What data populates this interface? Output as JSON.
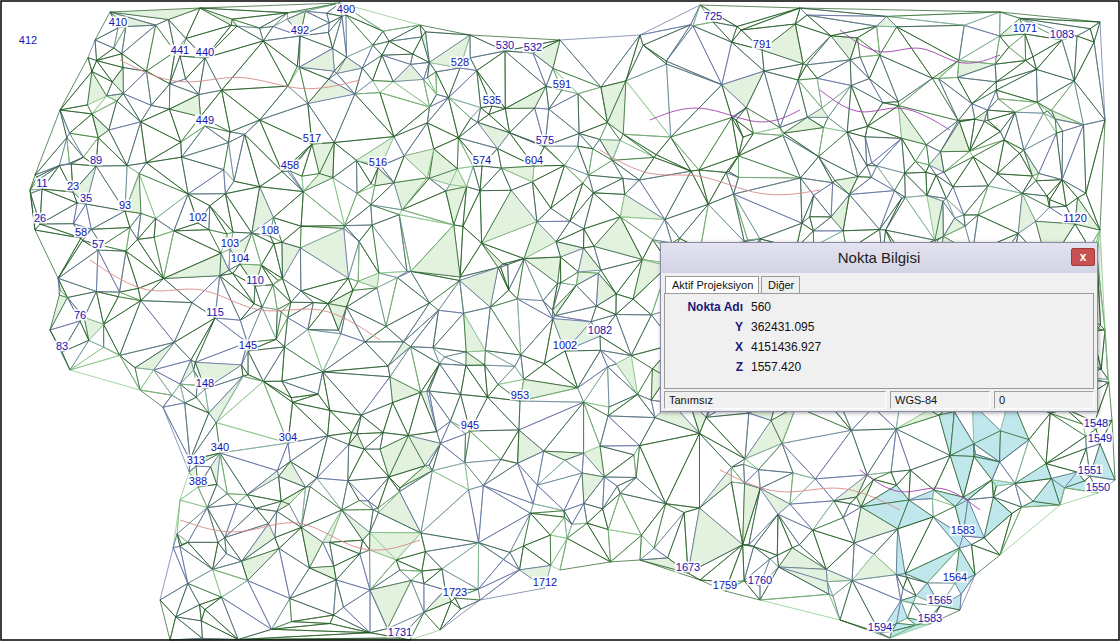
{
  "diagram": {
    "nodes": [
      {
        "text": [
          "Nokta Bilgisi"
        ]
      },
      {
        "text": [
          "x"
        ],
        "in": 0
      },
      {
        "text": [
          "Aktif Projeksiyon"
        ],
        "in": 0
      },
      {
        "text": [
          "Diğer"
        ],
        "in": 0
      },
      {
        "text": [
          "Nokta Adı",
          "560",
          "Y",
          "362431.095",
          "X",
          "4151436.927",
          "Z",
          "1557.420"
        ],
        "in": 0
      },
      {
        "text": [
          "Tanımsız"
        ],
        "in": 0
      },
      {
        "text": [
          "WGS-84"
        ],
        "in": 0
      },
      {
        "text": [
          "0"
        ],
        "in": 0
      }
    ],
    "labels": [
      "412",
      "410",
      "441",
      "440",
      "492",
      "490",
      "449",
      "458",
      "517",
      "516",
      "528",
      "530",
      "532",
      "535",
      "591",
      "575",
      "574",
      "604",
      "725",
      "791",
      "1083",
      "1071",
      "11",
      "26",
      "23",
      "35",
      "89",
      "93",
      "58",
      "57",
      "102",
      "103",
      "104",
      "108",
      "110",
      "115",
      "76",
      "83",
      "145",
      "148",
      "304",
      "340",
      "313",
      "388",
      "945",
      "953",
      "1082",
      "1002",
      "1712",
      "1723",
      "1731",
      "1673",
      "1759",
      "1760",
      "1594",
      "1583",
      "1565",
      "1564",
      "1583",
      "1551",
      "1550",
      "1548",
      "1549",
      "1120"
    ]
  }
}
